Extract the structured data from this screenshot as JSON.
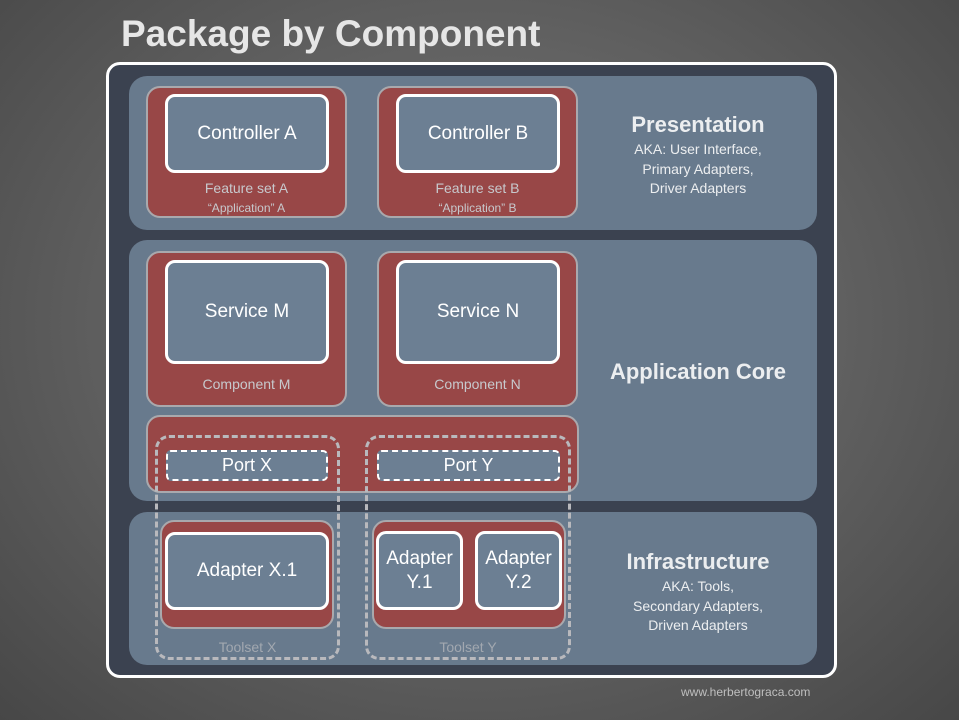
{
  "title": "Package by Component",
  "presentation": {
    "title": "Presentation",
    "subtitle": [
      "AKA: User Interface,",
      "Primary Adapters,",
      "Driver Adapters"
    ],
    "feature_a": {
      "box": "Controller A",
      "name": "Feature set A",
      "sub": "“Application” A"
    },
    "feature_b": {
      "box": "Controller B",
      "name": "Feature set B",
      "sub": "“Application” B"
    }
  },
  "core": {
    "title": "Application Core",
    "component_m": {
      "box": "Service M",
      "name": "Component M"
    },
    "component_n": {
      "box": "Service N",
      "name": "Component N"
    },
    "port_x": "Port X",
    "port_y": "Port Y"
  },
  "infrastructure": {
    "title": "Infrastructure",
    "subtitle": [
      "AKA: Tools,",
      "Secondary Adapters,",
      "Driven Adapters"
    ],
    "adapter_x1": "Adapter X.1",
    "adapter_y1": [
      "Adapter",
      "Y.1"
    ],
    "adapter_y2": [
      "Adapter",
      "Y.2"
    ],
    "toolset_x": "Toolset X",
    "toolset_y": "Toolset Y"
  },
  "credit": "www.herbertograca.com",
  "colors": {
    "frame": "#3b4250",
    "layer": "#687a8d",
    "component": "#984747",
    "box": "#6c7f93",
    "border": "#ffffff"
  }
}
